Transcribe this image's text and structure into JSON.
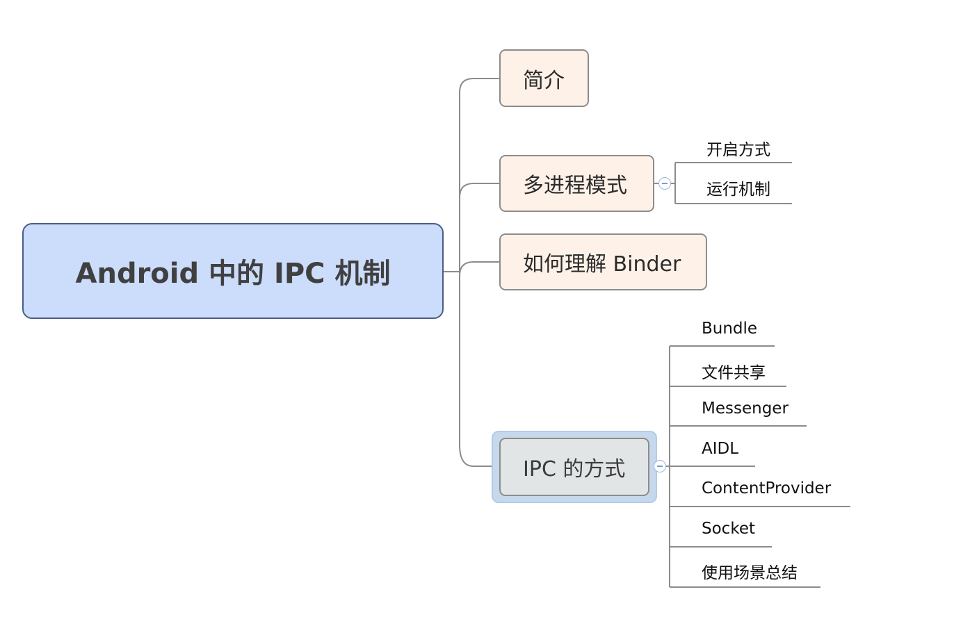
{
  "root": {
    "label": "Android 中的 IPC 机制"
  },
  "branches": [
    {
      "label": "简介",
      "children": []
    },
    {
      "label": "多进程模式",
      "children": [
        "开启方式",
        "运行机制"
      ]
    },
    {
      "label": "如何理解 Binder",
      "children": []
    },
    {
      "label": "IPC 的方式",
      "selected": true,
      "children": [
        "Bundle",
        "文件共享",
        "Messenger",
        "AIDL",
        "ContentProvider",
        "Socket",
        "使用场景总结"
      ]
    }
  ],
  "colors": {
    "root_fill": "#ccdcfb",
    "root_border": "#4a5d86",
    "branch_fill": "#fdf1e8",
    "selected_fill": "#e2e5e6",
    "selection_halo": "#c6d8ec",
    "connector": "#8c8c8c"
  }
}
